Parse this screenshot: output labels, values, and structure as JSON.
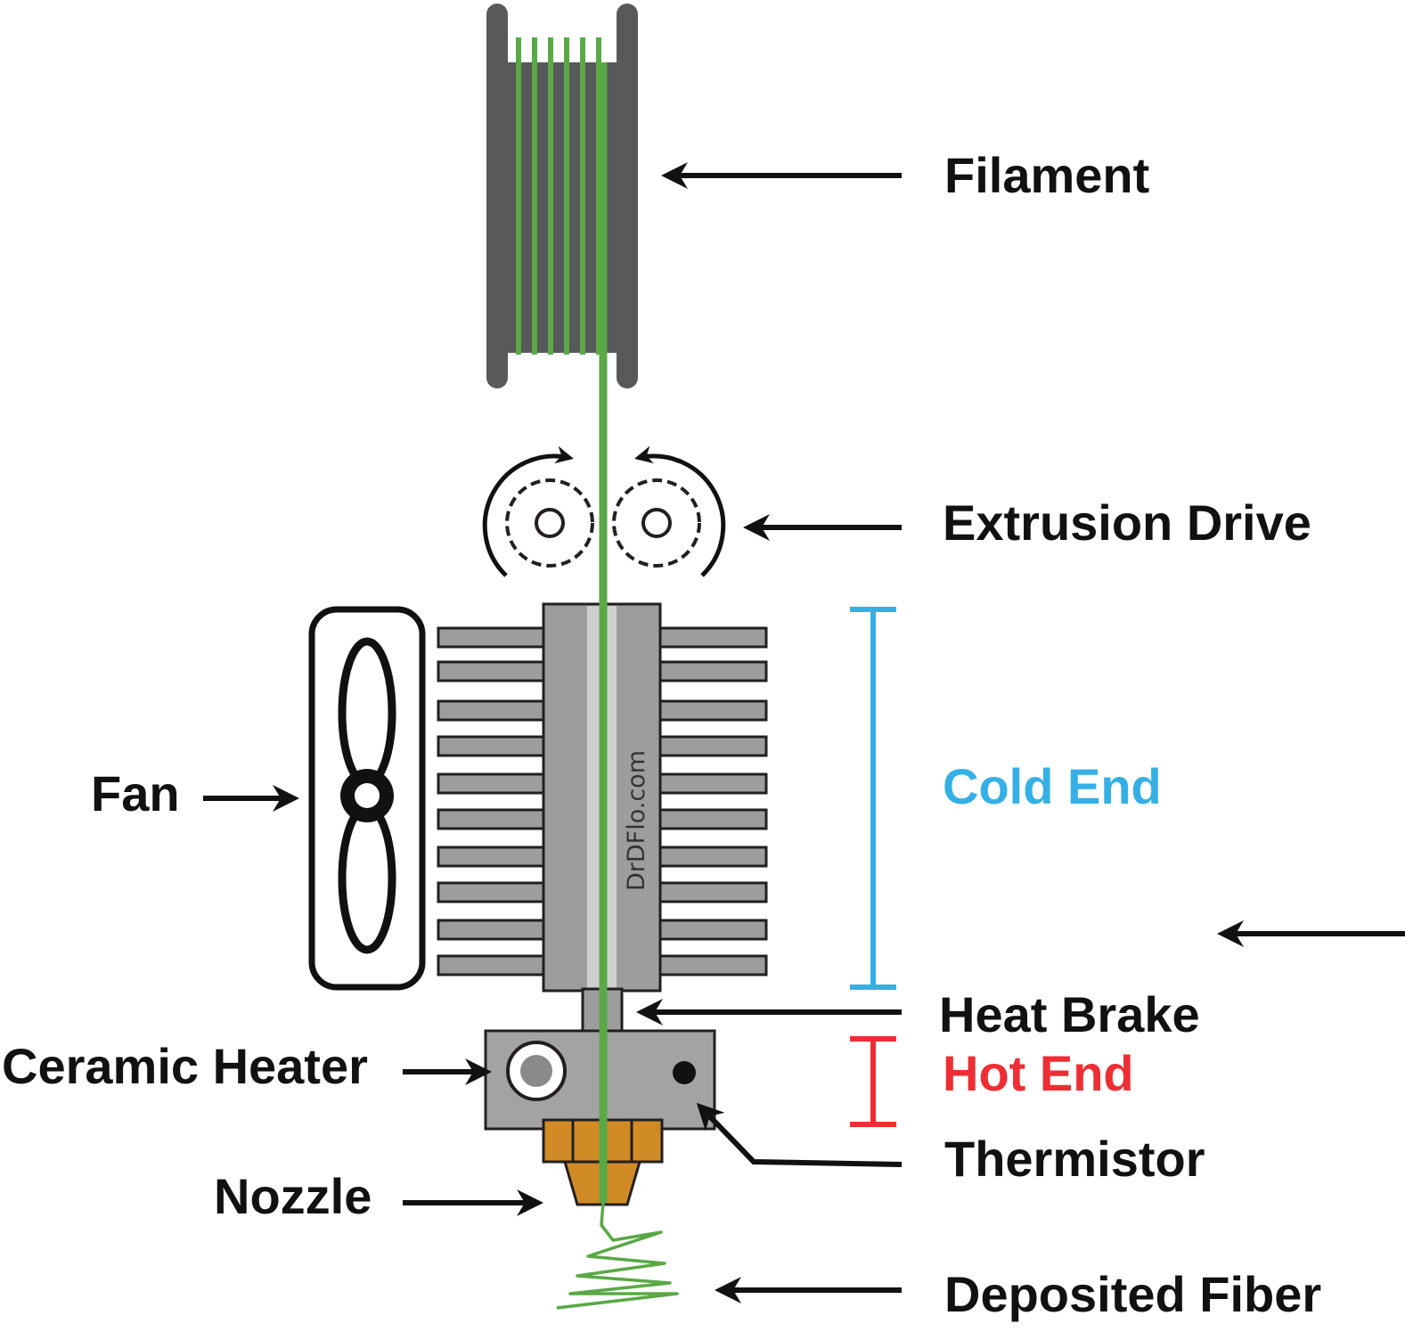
{
  "watermark": "DrDFlo.com",
  "labels": {
    "filament": "Filament",
    "extrusion_drive": "Extrusion Drive",
    "fan": "Fan",
    "cold_end": "Cold End",
    "heat_brake": "Heat Brake",
    "hot_end": "Hot End",
    "ceramic_heater": "Ceramic Heater",
    "thermistor": "Thermistor",
    "nozzle": "Nozzle",
    "deposited_fiber": "Deposited Fiber"
  },
  "colors": {
    "filament": "#5aa846",
    "spool": "#58595b",
    "heatsink": "#9d9d9d",
    "heater_block": "#a3a3a3",
    "nozzle": "#d08a26",
    "cold_end": "#35b0e6",
    "hot_end": "#ee2e34",
    "outline": "#231f20"
  }
}
